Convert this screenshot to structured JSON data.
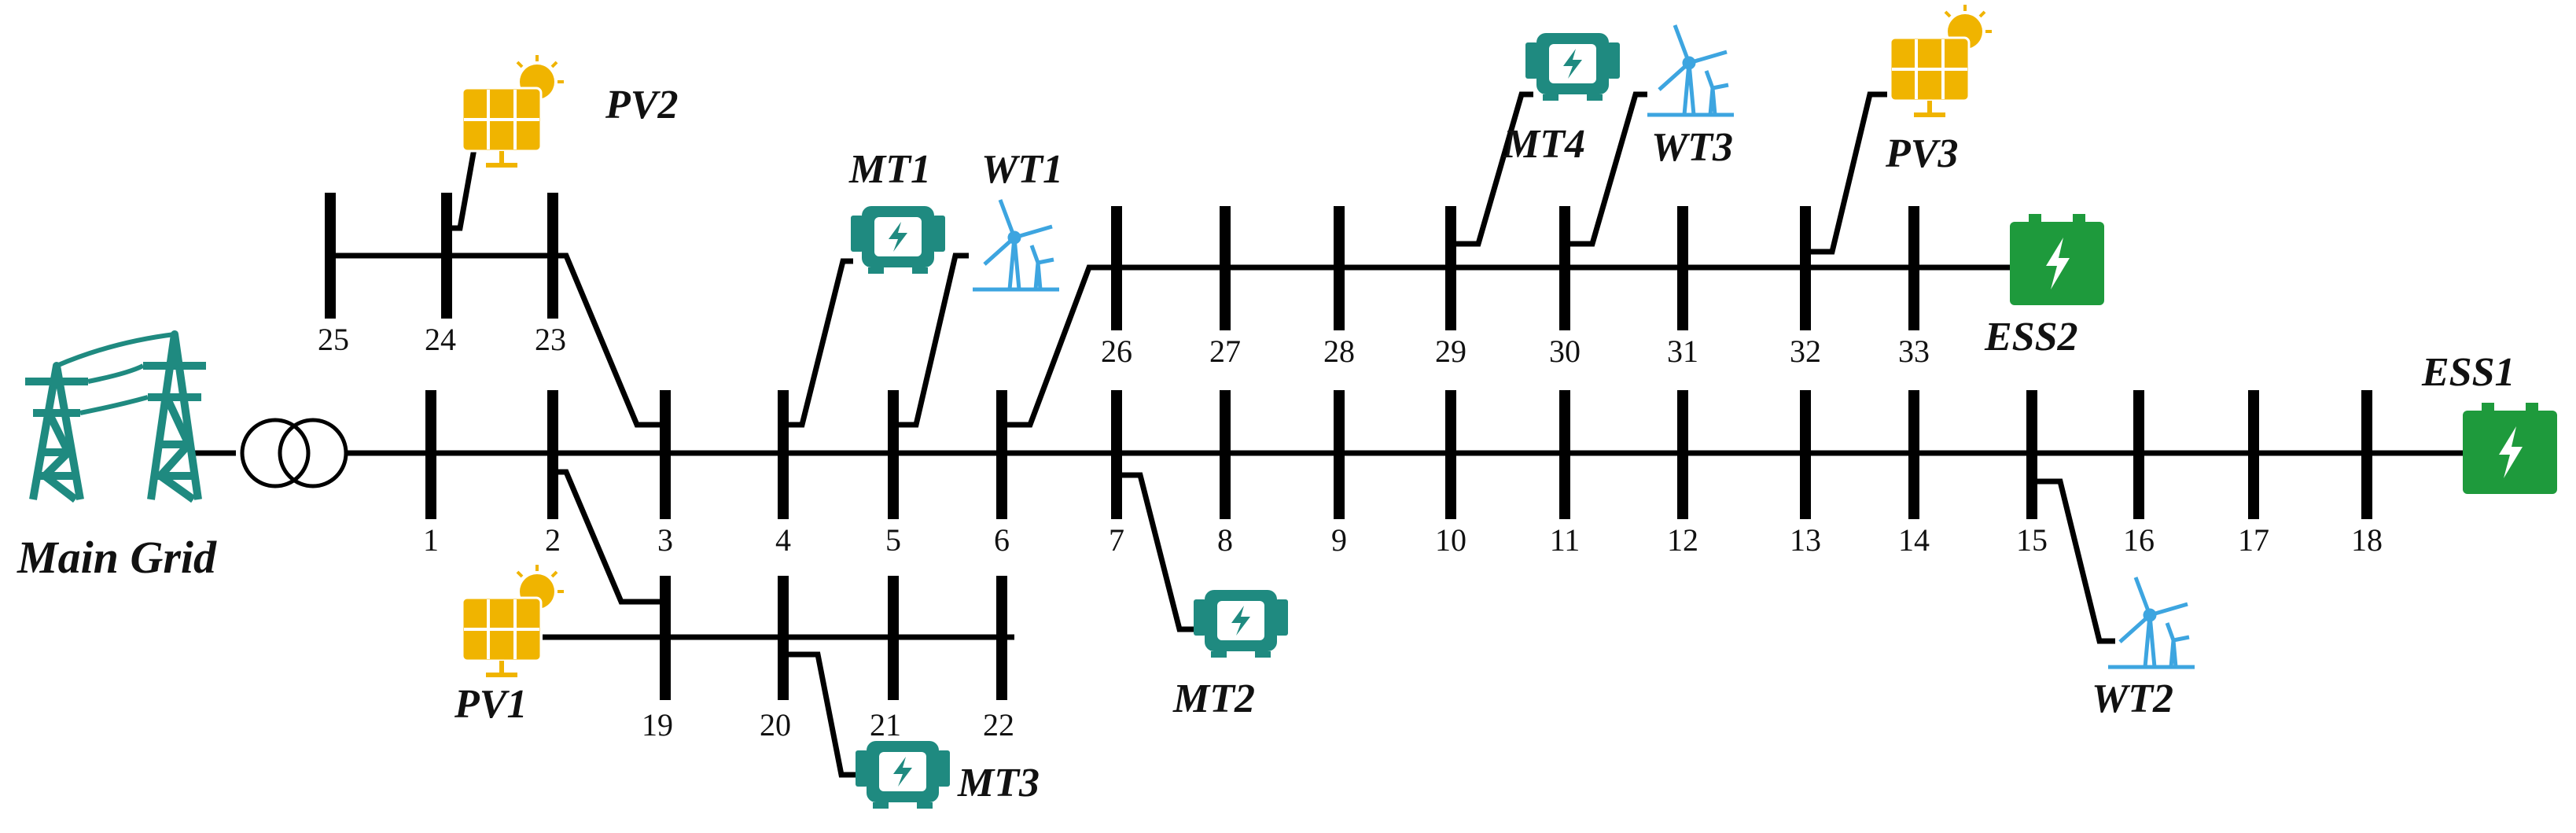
{
  "colors": {
    "grid_tower": "#1f8a80",
    "microturbine": "#1f8a80",
    "wind_turbine": "#3da5e0",
    "pv": "#f0b400",
    "pv_sun": "#f0b400",
    "ess": "#1e9a3c",
    "line": "#000000"
  },
  "labels": {
    "main_grid": "Main Grid",
    "pv1": "PV1",
    "pv2": "PV2",
    "pv3": "PV3",
    "mt1": "MT1",
    "mt2": "MT2",
    "mt3": "MT3",
    "mt4": "MT4",
    "wt1": "WT1",
    "wt2": "WT2",
    "wt3": "WT3",
    "ess1": "ESS1",
    "ess2": "ESS2"
  },
  "buses": {
    "main": [
      "1",
      "2",
      "3",
      "4",
      "5",
      "6",
      "7",
      "8",
      "9",
      "10",
      "11",
      "12",
      "13",
      "14",
      "15",
      "16",
      "17",
      "18"
    ],
    "lateral_19_22": [
      "19",
      "20",
      "21",
      "22"
    ],
    "lateral_23_25": [
      "23",
      "24",
      "25"
    ],
    "lateral_26_33": [
      "26",
      "27",
      "28",
      "29",
      "30",
      "31",
      "32",
      "33"
    ]
  },
  "icons": {
    "main_grid": "transmission-tower-icon",
    "transformer": "transformer-icon",
    "pv": "solar-panel-icon",
    "mt": "microturbine-icon",
    "wt": "wind-turbine-icon",
    "ess": "battery-storage-icon"
  }
}
